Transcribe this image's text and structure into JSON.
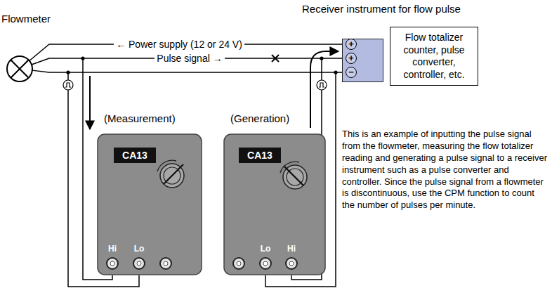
{
  "diagram": {
    "nodes": [
      {
        "text": [
          "Flowmeter"
        ]
      },
      {
        "text": [
          "Receiver instrument for flow pulse"
        ]
      },
      {
        "text": [
          "Flow totalizer counter, pulse converter, controller, etc."
        ]
      },
      {
        "text": [
          "(Measurement)",
          "CA13",
          "Hi",
          "Lo"
        ]
      },
      {
        "text": [
          "(Generation)",
          "CA13",
          "Lo",
          "Hi"
        ]
      }
    ],
    "edges": [
      {
        "from": 0,
        "to": 1,
        "label": "← Power supply (12 or 24 V)",
        "arrow": "none"
      },
      {
        "from": 0,
        "to": 1,
        "label": "Pulse signal →",
        "arrow": "none"
      },
      {
        "from": 0,
        "to": 1,
        "arrow": "none"
      }
    ],
    "labels": [
      "+",
      "+",
      "−",
      "This is an example of inputting the pulse signal from the flowmeter, measuring the flow totalizer reading and generating a pulse signal to a receiver instrument such as a pulse converter and controller.  Since the pulse signal from a flowmeter is discontinuous, use the CPM function to count the number of pulses per minute."
    ]
  }
}
